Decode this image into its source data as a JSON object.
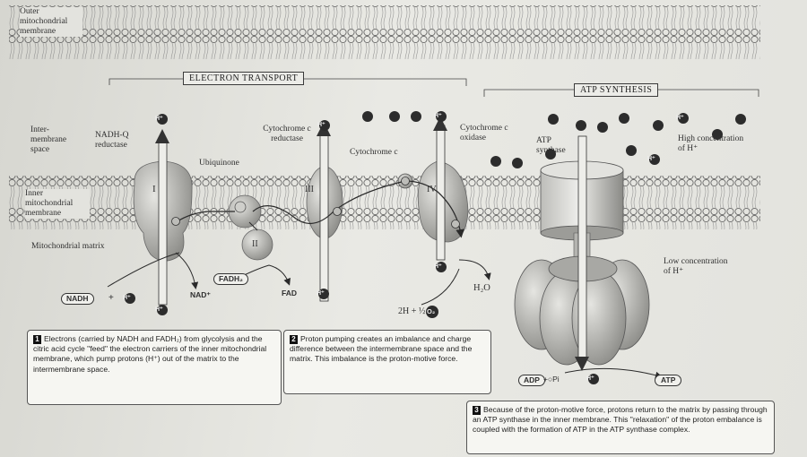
{
  "headers": {
    "electron_transport": "ELECTRON TRANSPORT",
    "atp_synthesis": "ATP SYNTHESIS"
  },
  "labels": {
    "outer_membrane": "Outer mitochondrial membrane",
    "intermembrane_space": "Inter- membrane space",
    "inner_membrane": "Inner mitochondrial membrane",
    "matrix": "Mitochondrial matrix",
    "nadh_q_reductase": "NADH-Q reductase",
    "ubiquinone": "Ubiquinone",
    "cytochrome_c_reductase": "Cytochrome c reductase",
    "cytochrome_c": "Cytochrome c",
    "cytochrome_c_oxidase": "Cytochrome c oxidase",
    "atp_synthase": "ATP synthase",
    "high_concentration": "High concentration of H⁺",
    "low_concentration": "Low concentration of H⁺"
  },
  "complexes": {
    "c1": "I",
    "c2": "II",
    "c3": "III",
    "c4": "IV"
  },
  "molecules": {
    "h": "H⁺",
    "nadh": "NADH",
    "plus": "+",
    "nad": "NAD⁺",
    "fadh2": "FADH₂",
    "fad": "FAD",
    "water": "H₂O",
    "two_h": "2H + ½",
    "o2": "O₂",
    "adp": "ADP",
    "pi": "+○Pi",
    "atp": "ATP"
  },
  "callouts": {
    "c1_num": "1",
    "c1_text": "Electrons (carried by NADH and FADH₂) from glycolysis and the citric acid cycle \"feed\" the electron carriers of the inner mitochondrial membrane, which pump protons (H⁺) out of the matrix to the intermembrane space.",
    "c2_num": "2",
    "c2_text": "Proton pumping creates an imbalance and charge difference between the intermembrane space and the matrix. This imbalance is the proton-motive force.",
    "c3_num": "3",
    "c3_text": "Because of the proton-motive force, protons return to the matrix by passing through an ATP synthase in the inner membrane. This \"relaxation\" of the proton embalance is coupled with the formation of ATP in the ATP synthase complex."
  },
  "colors": {
    "page": "#e6e6e1",
    "ink": "#2a2a2a",
    "protein": "#a9a9a5",
    "membrane": "#c9c9c4"
  }
}
